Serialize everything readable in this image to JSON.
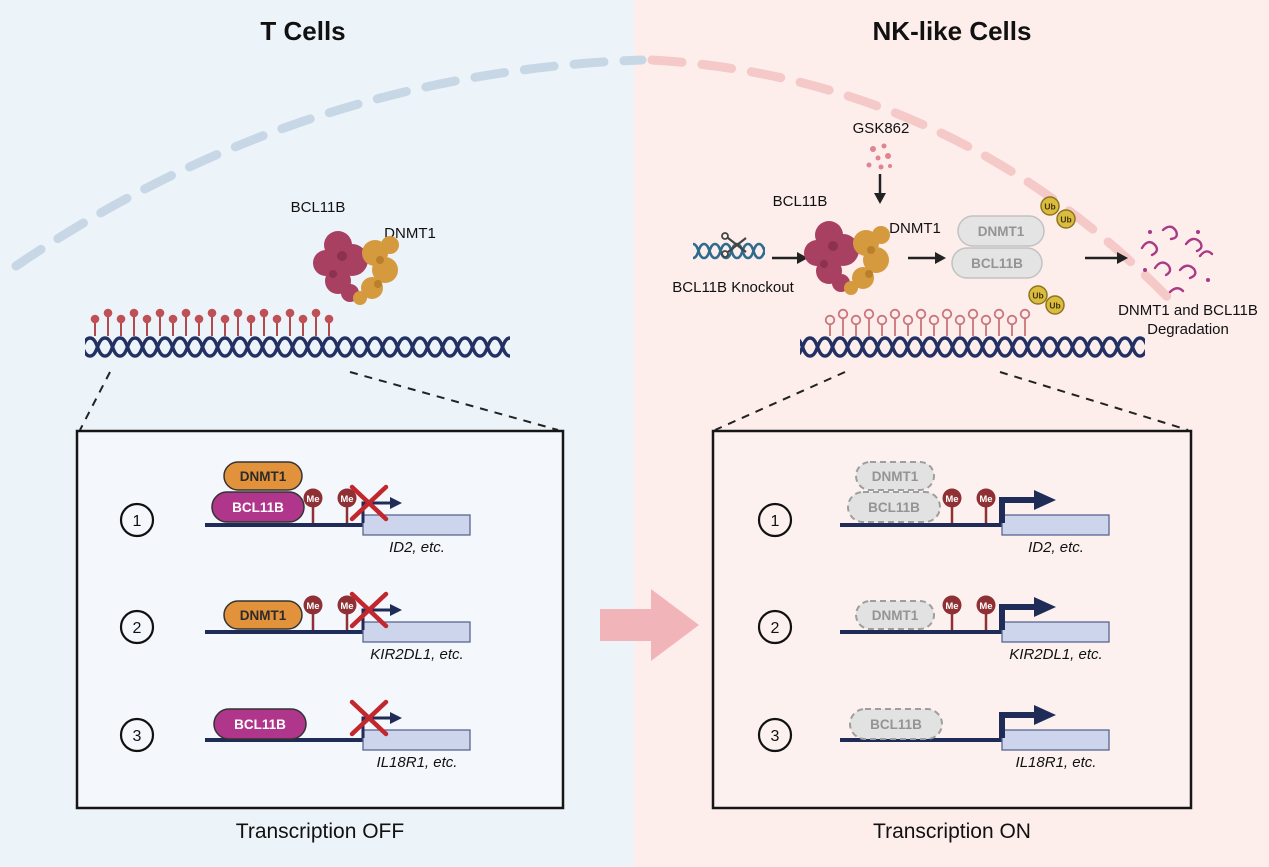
{
  "titles": {
    "left": "T Cells",
    "right": "NK-like Cells"
  },
  "labels": {
    "me": "Me"
  },
  "left_panel": {
    "complex": {
      "bcl11b": "BCL11B",
      "dnmt1": "DNMT1"
    },
    "pills": {
      "row1_top": "DNMT1",
      "row1_bottom": "BCL11B",
      "row2": "DNMT1",
      "row3": "BCL11B"
    },
    "rows": [
      {
        "num": "1",
        "gene": "ID2, etc."
      },
      {
        "num": "2",
        "gene": "KIR2DL1, etc."
      },
      {
        "num": "3",
        "gene": "IL18R1, etc."
      }
    ],
    "caption": "Transcription OFF"
  },
  "right_panel": {
    "pathway": {
      "gsk": "GSK862",
      "knockout": "BCL11B Knockout",
      "bcl11b": "BCL11B",
      "dnmt1": "DNMT1",
      "gray_dnmt1": "DNMT1",
      "gray_bcl11b": "BCL11B",
      "ub": "Ub",
      "degradation_line1": "DNMT1 and BCL11B",
      "degradation_line2": "Degradation"
    },
    "pills": {
      "row1_top": "DNMT1",
      "row1_bottom": "BCL11B",
      "row2": "DNMT1",
      "row3": "BCL11B"
    },
    "rows": [
      {
        "num": "1",
        "gene": "ID2, etc."
      },
      {
        "num": "2",
        "gene": "KIR2DL1, etc."
      },
      {
        "num": "3",
        "gene": "IL18R1, etc."
      }
    ],
    "caption": "Transcription ON"
  },
  "colors": {
    "left_bg": "#ecf3f9",
    "right_bg": "#fdeeec",
    "navy": "#202c58",
    "dna_navy": "#223063",
    "magenta_pill": "#b0368b",
    "magenta_blob": "#a84061",
    "orange_pill": "#e2923b",
    "gold_blob": "#d59a3d",
    "methyl_red": "#8f3134",
    "lollipop_red": "#bf5156",
    "red_x": "#c2272e",
    "gray_pill": "#e2e2e2",
    "ub_yellow": "#dbbc3e",
    "pink_arrow": "#f1b5b9",
    "membrane_blue": "#c8d7e5",
    "membrane_pink": "#f4c9c8",
    "gene_box": "#cdd5ec",
    "degradation_purple": "#a83a86",
    "knockout_teal": "#2e6c8e"
  }
}
